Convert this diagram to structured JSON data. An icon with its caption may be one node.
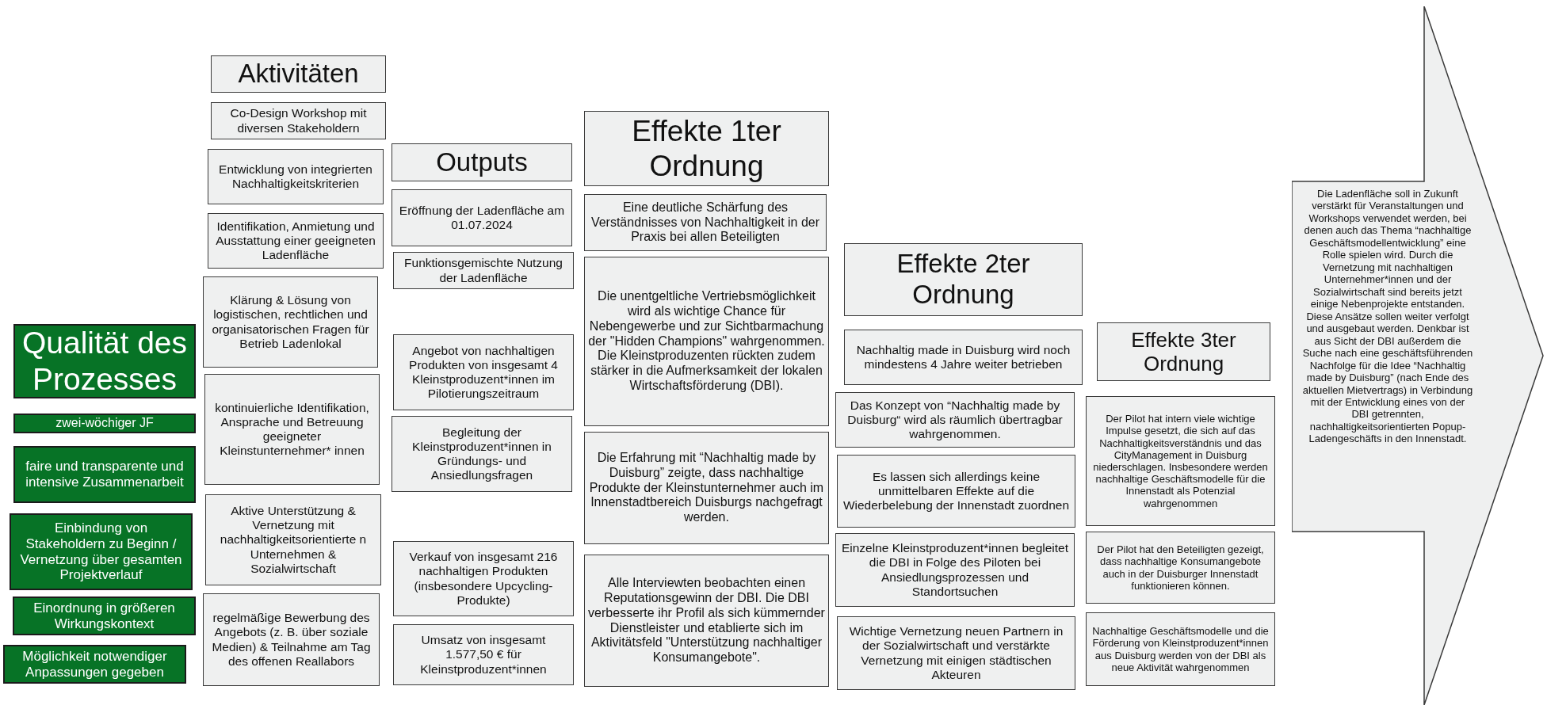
{
  "diagram": {
    "nodes": [
      {
        "text": [
          "Qualität des Prozesses"
        ]
      },
      {
        "text": [
          "zwei-wöchiger JF"
        ]
      },
      {
        "text": [
          "faire und transparente und intensive Zusammenarbeit"
        ]
      },
      {
        "text": [
          "Einbindung von Stakeholdern zu Beginn / Vernetzung über gesamten Projektverlauf"
        ]
      },
      {
        "text": [
          "Einordnung in größeren Wirkungskontext"
        ]
      },
      {
        "text": [
          "Möglichkeit notwendiger Anpassungen gegeben"
        ]
      },
      {
        "text": [
          "Aktivitäten"
        ]
      },
      {
        "text": [
          "Co-Design Workshop mit diversen Stakeholdern"
        ]
      },
      {
        "text": [
          "Entwicklung von integrierten Nachhaltigkeitskriterien"
        ]
      },
      {
        "text": [
          "Identifikation, Anmietung und Ausstattung einer geeigneten Ladenfläche"
        ]
      },
      {
        "text": [
          "Klärung & Lösung von logistischen, rechtlichen und organisatorischen Fragen für Betrieb Ladenlokal"
        ]
      },
      {
        "text": [
          "kontinuierliche Identifikation, Ansprache und Betreuung geeigneter Kleinstunternehmer* innen"
        ]
      },
      {
        "text": [
          "Aktive Unterstützung & Vernetzung mit nachhaltigkeitsorientierte n Unternehmen & Sozialwirtschaft"
        ]
      },
      {
        "text": [
          "regelmäßige Bewerbung des Angebots (z. B. über soziale Medien) & Teilnahme am Tag des offenen Reallabors"
        ]
      },
      {
        "text": [
          "Outputs"
        ]
      },
      {
        "text": [
          "Eröffnung der Ladenfläche am 01.07.2024"
        ]
      },
      {
        "text": [
          "Funktionsgemischte Nutzung der Ladenfläche"
        ]
      },
      {
        "text": [
          "Angebot von nachhaltigen Produkten von insgesamt 4 Kleinstproduzent*innen im Pilotierungszeitraum"
        ]
      },
      {
        "text": [
          "Begleitung der Kleinstproduzent*innen in Gründungs- und Ansiedlungsfragen"
        ]
      },
      {
        "text": [
          "Verkauf von insgesamt 216 nachhaltigen Produkten (insbesondere Upcycling-Produkte)"
        ]
      },
      {
        "text": [
          "Umsatz von insgesamt 1.577,50 € für Kleinstproduzent*innen"
        ]
      },
      {
        "text": [
          "Effekte 1ter Ordnung"
        ]
      },
      {
        "text": [
          "Eine deutliche Schärfung des Verständnisses von Nachhaltigkeit in der Praxis bei allen Beteiligten"
        ]
      },
      {
        "text": [
          "Die unentgeltliche Vertriebsmöglichkeit wird als wichtige Chance für Nebengewerbe und zur Sichtbarmachung der \"Hidden Champions\" wahrgenommen. Die Kleinstproduzenten rückten zudem stärker in die Aufmerksamkeit der lokalen Wirtschaftsförderung (DBI)."
        ]
      },
      {
        "text": [
          "Die Erfahrung mit “Nachhaltig made by Duisburg” zeigte, dass nachhaltige Produkte der Kleinstunternehmer auch im Innenstadtbereich Duisburgs nachgefragt werden."
        ]
      },
      {
        "text": [
          "Alle Interviewten beobachten einen Reputationsgewinn der DBI. Die DBI verbesserte ihr Profil als sich kümmernder Dienstleister und etablierte sich im Aktivitätsfeld \"Unterstützung nachhaltiger Konsumangebote\"."
        ]
      },
      {
        "text": [
          "Effekte 2ter Ordnung"
        ]
      },
      {
        "text": [
          "Nachhaltig made in Duisburg wird noch mindestens 4 Jahre weiter betrieben"
        ]
      },
      {
        "text": [
          "Das Konzept von “Nachhaltig made by Duisburg“ wird als räumlich übertragbar wahrgenommen."
        ]
      },
      {
        "text": [
          "Es lassen sich allerdings keine unmittelbaren Effekte auf die Wiederbelebung der Innenstadt zuordnen"
        ]
      },
      {
        "text": [
          "Einzelne Kleinstproduzent*innen begleitet die DBI in Folge des Piloten bei Ansiedlungsprozessen und Standortsuchen"
        ]
      },
      {
        "text": [
          "Wichtige Vernetzung neuen Partnern in der Sozialwirtschaft und verstärkte Vernetzung mit einigen städtischen Akteuren"
        ]
      },
      {
        "text": [
          "Effekte 3ter Ordnung"
        ]
      },
      {
        "text": [
          "Der Pilot hat intern viele wichtige Impulse gesetzt, die sich auf das Nachhaltigkeitsverständnis und das CityManagement in Duisburg niederschlagen. Insbesondere werden nachhaltige Geschäftsmodelle für die Innenstadt als Potenzial wahrgenommen"
        ]
      },
      {
        "text": [
          "Der Pilot hat den Beteiligten gezeigt, dass nachhaltige Konsumangebote auch in der Duisburger Innenstadt funktionieren können."
        ]
      },
      {
        "text": [
          "Nachhaltige Geschäftsmodelle und die Förderung von Kleinstproduzent*innen aus Duisburg werden von der DBI als neue Aktivität wahrgenommen"
        ]
      },
      {
        "text": [
          "Die Ladenfläche soll in Zukunft verstärkt für Veranstaltungen und Workshops verwendet werden, bei denen auch das Thema “nachhaltige Geschäftsmodellentwicklung” eine Rolle spielen wird. Durch die Vernetzung mit nachhaltigen Unternehmer*innen und der Sozialwirtschaft sind bereits jetzt einige Nebenprojekte entstanden. Diese Ansätze sollen weiter verfolgt und ausgebaut werden. Denkbar ist aus Sicht der DBI außerdem die Suche nach eine geschäftsführenden Nachfolge für die Idee “Nachhaltig made by Duisburg” (nach Ende des aktuellen Mietvertrags) in Verbindung mit der Entwicklung eines von der DBI getrennten, nachhaltigkeitsorientierten Popup-Ladengeschäfts in den Innenstadt."
        ]
      }
    ]
  }
}
